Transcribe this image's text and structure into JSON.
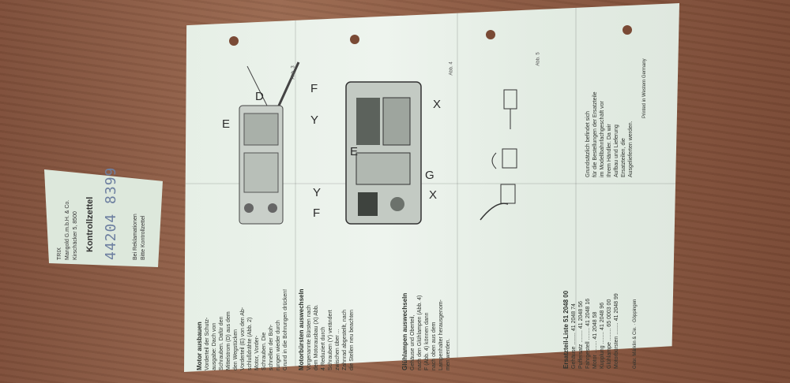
{
  "card": {
    "title": "Kontrollzettel",
    "number": "44204 8399",
    "lines": [
      "TRIX",
      "Mangold G.m.b.H. & Co.",
      "Kirschäcker 5, 8500"
    ],
    "footer": [
      "Bei Reklamationen",
      "Bitte Kontrollzettel"
    ]
  },
  "sheet": {
    "col1_heading": "Motor ausbauen",
    "col1_lines": [
      "Vorderteil der Schutz-",
      "ausgabe: Dach von",
      "Schrauben. Dafür den",
      "Mittelstrom (D) aus dem",
      "den Wegstücken",
      "Vorderteil (E) von den Ab-",
      "schlußdrähte (Abb. 2)",
      "Motor, Vorder-",
      "Schrauben. Die",
      "schnellen der Boh-",
      "rungen wieder durch",
      "Grund in die Bohrungen drücken!"
    ],
    "col2_heading": "Motorbürsten auswechseln",
    "col2_lines": [
      "Vorgenannte Bürsten nach",
      "dem Motorausbau (X) Abb.",
      "4 Reduziert durch",
      "Schrauben (Y) verändert",
      "zwischen über ...",
      "Zahnrad abgestellt, nach",
      "die Stellen neu beachten"
    ],
    "col3_heading": "Glühlampen auswechseln",
    "col3_lines": [
      "Gehäuse und Oberteil,",
      "nach den Glühlampen (Abb. 4)",
      "F (Abb. 4) können dann",
      "nach oben aus dem",
      "Lampenhalter herausgenom-",
      "men werden."
    ],
    "figures": [
      {
        "label": "Abb. 3",
        "letters": [
          "E",
          "D"
        ]
      },
      {
        "label": "Abb. 4",
        "letters": [
          "F",
          "Y",
          "X",
          "E",
          "G",
          "X",
          "Y",
          "F"
        ]
      },
      {
        "label": "Abb. 5",
        "letters": []
      }
    ],
    "parts_heading": "Ersatzteil-Liste",
    "parts_number": "51 2048 00",
    "parts": [
      {
        "name": "Gehäuse",
        "number": "41 2048 74"
      },
      {
        "name": "Puffersatz",
        "number": "41 2048 56"
      },
      {
        "name": "Fahrgestell",
        "number": "41 2048 16"
      },
      {
        "name": "Motor",
        "number": "41 2048 58"
      },
      {
        "name": "Kupplung",
        "number": "41 2048 96"
      },
      {
        "name": "Glühlampe",
        "number": "65 0003 00"
      },
      {
        "name": "Motorbürsten",
        "number": "41 2048 99"
      }
    ],
    "right_lines": [
      "Grundsätzlich befindet sich",
      "für die Bestellungen der Ersatzteile",
      "im Modellbahnfachgeschäft vor",
      "Ihrem Händler. Da wir",
      "Aufbau und Lieferung",
      "Ersatzteilen, die",
      "Ausgelieferten werden."
    ],
    "footer_left": "Gebr. Märklin & Cie. · Göppingen",
    "footer_right": "Printed in Western Germany"
  }
}
